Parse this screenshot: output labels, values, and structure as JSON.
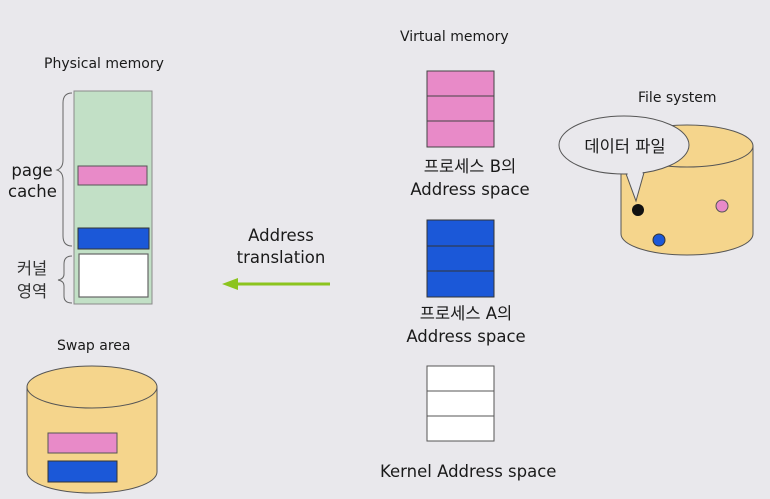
{
  "physical_memory": {
    "title": "Physical memory",
    "page_cache_label": "page\ncache",
    "kernel_area_label": "커널\n영역"
  },
  "virtual_memory": {
    "title": "Virtual memory",
    "process_b_label": "프로세스 B의\nAddress space",
    "process_a_label": "프로세스 A의\nAddress space",
    "kernel_label": "Kernel Address space"
  },
  "file_system": {
    "title": "File system",
    "bubble_text": "데이터 파일"
  },
  "swap_area": {
    "title": "Swap area"
  },
  "arrow": {
    "label": "Address\ntranslation"
  },
  "colors": {
    "background": "#e9e8ec",
    "memory_green": "#c2e0c6",
    "pink": "#e88ac8",
    "blue": "#1b58d8",
    "disk_tan": "#f5d58c",
    "arrow_green": "#8cc41e"
  }
}
